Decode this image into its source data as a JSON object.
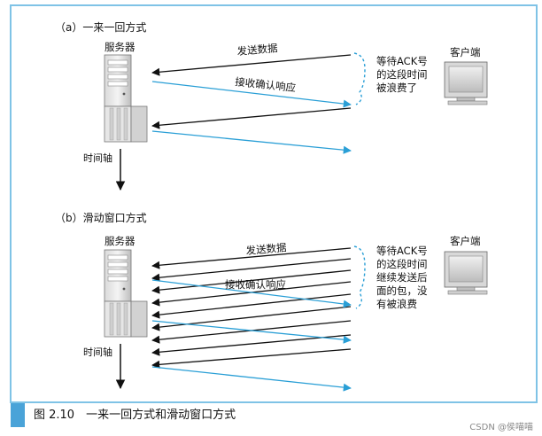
{
  "section_a": {
    "title": "（a）一来一回方式",
    "server_label": "服务器",
    "client_label": "客户端",
    "send_label": "发送数据",
    "ack_label": "接收确认响应",
    "wait_note": [
      "等待ACK号",
      "的这段时间",
      "被浪费了"
    ],
    "timeline_label": "时间轴"
  },
  "section_b": {
    "title": "（b）滑动窗口方式",
    "server_label": "服务器",
    "client_label": "客户端",
    "send_label": "发送数据",
    "ack_label": "接收确认响应",
    "wait_note": [
      "等待ACK号",
      "的这段时间",
      "继续发送后",
      "面的包，没",
      "有被浪费"
    ],
    "timeline_label": "时间轴"
  },
  "caption": "图 2.10　一来一回方式和滑动窗口方式",
  "watermark": "CSDN @侯喵喵",
  "colors": {
    "frame": "#7fc3e6",
    "caption_bar": "#4aa3d8",
    "send_arrow": "#111111",
    "ack_arrow": "#2a9fd6",
    "dashed_bracket": "#2a9fd6"
  },
  "icons": [
    "server-icon",
    "monitor-icon",
    "arrow-down-icon"
  ]
}
